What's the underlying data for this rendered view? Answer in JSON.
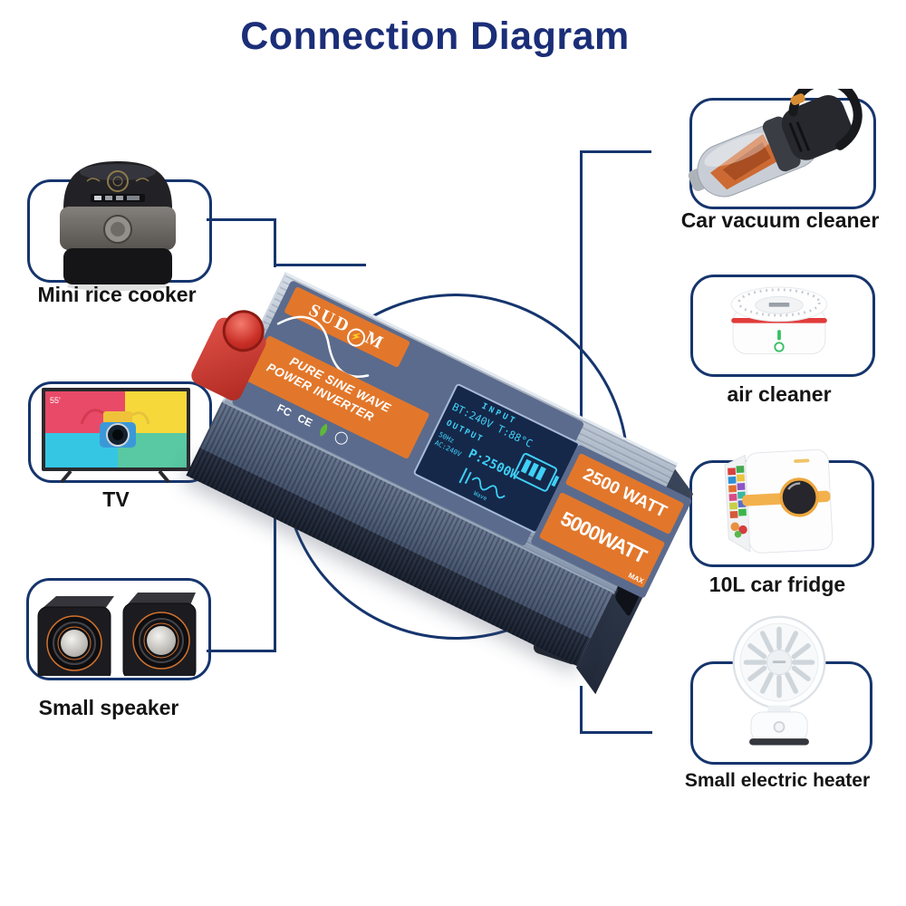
{
  "title": "Connection Diagram",
  "colors": {
    "line_navy": "#16356d",
    "title_navy": "#1b2e78",
    "accent_orange": "#e2772b",
    "lcd_cyan": "#3fd0f7",
    "terminal_red": "#c92f26"
  },
  "inverter": {
    "brand_prefix": "SUD",
    "brand_bolt": "⚡",
    "brand_suffix": "M",
    "tagline1": "PURE SINE WAVE",
    "tagline2": "POWER INVERTER",
    "cert1": "FC",
    "cert2": "CE",
    "lcd": {
      "input_label": "INPUT",
      "input_value": "BT:240V T:88°C",
      "output_label": "OUTPUT",
      "freq": "50Hz",
      "volt": "AC:240V",
      "power": "P:2500W",
      "wave_label": "Wave"
    },
    "watt1": "2500 WATT",
    "watt2": "5000WATT",
    "watt2_suffix": "MAX"
  },
  "devices": {
    "rice_cooker": {
      "label": "Mini rice cooker"
    },
    "tv": {
      "label": "TV",
      "badge": "55'"
    },
    "speaker": {
      "label": "Small speaker"
    },
    "vacuum": {
      "label": "Car vacuum cleaner"
    },
    "air_cleaner": {
      "label": "air cleaner"
    },
    "fridge": {
      "label": "10L car fridge"
    },
    "heater": {
      "label": "Small electric heater"
    }
  }
}
